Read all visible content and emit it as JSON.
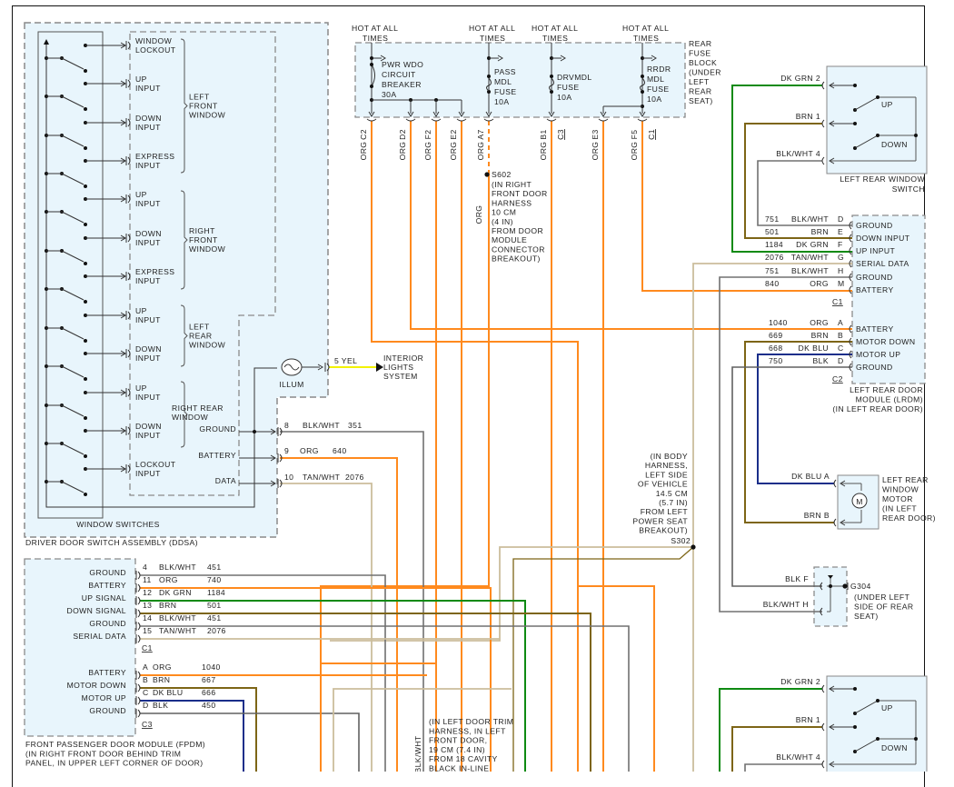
{
  "diagram_title": "Power Window Circuit Wiring Diagram",
  "colors": {
    "ORG": "#ff8a1e",
    "DK_GRN": "#0e8a12",
    "BRN": "#7d6516",
    "BLK_WHT": "#707070",
    "BLK": "#606060",
    "TAN_WHT": "#cbbd9c",
    "DK_BLU": "#1a2e8a",
    "YEL": "#f2f200",
    "module_fill": "#e8f5fc",
    "dash": "#8a8a8a"
  },
  "ddsa": {
    "title": "DRIVER DOOR SWITCH ASSEMBLY (DDSA)",
    "window_switches_label": "WINDOW SWITCHES",
    "inputs": [
      {
        "l1": "WINDOW",
        "l2": "LOCKOUT"
      },
      {
        "l1": "UP",
        "l2": "INPUT"
      },
      {
        "l1": "DOWN",
        "l2": "INPUT"
      },
      {
        "l1": "EXPRESS",
        "l2": "INPUT"
      },
      {
        "l1": "UP",
        "l2": "INPUT"
      },
      {
        "l1": "DOWN",
        "l2": "INPUT"
      },
      {
        "l1": "EXPRESS",
        "l2": "INPUT"
      },
      {
        "l1": "UP",
        "l2": "INPUT"
      },
      {
        "l1": "DOWN",
        "l2": "INPUT"
      },
      {
        "l1": "UP",
        "l2": "INPUT"
      },
      {
        "l1": "DOWN",
        "l2": "INPUT"
      },
      {
        "l1": "LOCKOUT",
        "l2": "INPUT"
      }
    ],
    "groups": [
      {
        "lines": [
          "LEFT",
          "FRONT",
          "WINDOW"
        ]
      },
      {
        "lines": [
          "RIGHT",
          "FRONT",
          "WINDOW"
        ]
      },
      {
        "lines": [
          "LEFT",
          "REAR",
          "WINDOW"
        ]
      },
      {
        "lines": [
          "RIGHT REAR",
          "WINDOW"
        ]
      }
    ],
    "illum_label": "ILLUM",
    "ground_label": "GROUND",
    "battery_label": "BATTERY",
    "data_label": "DATA",
    "pins": [
      {
        "pin": "5",
        "color": "YEL",
        "circuit": ""
      },
      {
        "pin": "8",
        "color": "BLK/WHT",
        "circuit": "351"
      },
      {
        "pin": "9",
        "color": "ORG",
        "circuit": "640"
      },
      {
        "pin": "10",
        "color": "TAN/WHT",
        "circuit": "2076"
      }
    ],
    "interior_lights": [
      "INTERIOR",
      "LIGHTS",
      "SYSTEM"
    ]
  },
  "fuse_block": {
    "label": [
      "REAR",
      "FUSE",
      "BLOCK",
      "(UNDER",
      "LEFT",
      "REAR",
      "SEAT)"
    ],
    "hot_label": [
      "HOT AT ALL",
      "TIMES"
    ],
    "breaker": [
      "PWR WDO",
      "CIRCUIT",
      "BREAKER",
      "30A"
    ],
    "fuse_pass": [
      "PASS",
      "MDL",
      "FUSE",
      "10A"
    ],
    "fuse_drv": [
      "DRVMDL",
      "FUSE",
      "10A"
    ],
    "fuse_rrdr": [
      "RRDR",
      "MDL",
      "FUSE",
      "10A"
    ],
    "outputs": [
      {
        "pin": "C2",
        "color": "ORG"
      },
      {
        "pin": "D2",
        "color": "ORG"
      },
      {
        "pin": "F2",
        "color": "ORG"
      },
      {
        "pin": "E2",
        "color": "ORG"
      },
      {
        "pin": "A7",
        "color": "ORG"
      },
      {
        "pin": "B1",
        "color": "ORG"
      },
      {
        "pin": "E3",
        "color": "ORG"
      },
      {
        "pin": "F5",
        "color": "ORG"
      }
    ],
    "conn_c3": "C3",
    "conn_c1": "C1"
  },
  "s602": {
    "name": "S602",
    "wire_color": "ORG",
    "desc": [
      "(IN RIGHT",
      "FRONT DOOR",
      "HARNESS",
      "10 CM",
      "(4 IN)",
      "FROM DOOR",
      "MODULE",
      "CONNECTOR",
      "BREAKOUT)"
    ]
  },
  "s302": {
    "name": "S302",
    "desc": [
      "(IN BODY",
      "HARNESS,",
      "LEFT SIDE",
      "OF VEHICLE",
      "14.5 CM",
      "(5.7 IN)",
      "FROM LEFT",
      "POWER SEAT",
      "BREAKOUT)"
    ]
  },
  "lr_switch": {
    "title": [
      "LEFT REAR WINDOW",
      "SWITCH"
    ],
    "up": "UP",
    "down": "DOWN",
    "pins": [
      {
        "color": "DK GRN",
        "pin": "2"
      },
      {
        "color": "BRN",
        "pin": "1"
      },
      {
        "color": "BLK/WHT",
        "pin": "4"
      }
    ]
  },
  "lrdm": {
    "title": [
      "LEFT REAR DOOR",
      "MODULE (LRDM)",
      "(IN LEFT REAR DOOR)"
    ],
    "c1": "C1",
    "c2": "C2",
    "c1_pins": [
      {
        "circuit": "751",
        "color": "BLK/WHT",
        "pin": "D",
        "func": "GROUND"
      },
      {
        "circuit": "501",
        "color": "BRN",
        "pin": "E",
        "func": "DOWN INPUT"
      },
      {
        "circuit": "1184",
        "color": "DK GRN",
        "pin": "F",
        "func": "UP INPUT"
      },
      {
        "circuit": "2076",
        "color": "TAN/WHT",
        "pin": "G",
        "func": "SERIAL DATA"
      },
      {
        "circuit": "751",
        "color": "BLK/WHT",
        "pin": "H",
        "func": "GROUND"
      },
      {
        "circuit": "840",
        "color": "ORG",
        "pin": "M",
        "func": "BATTERY"
      }
    ],
    "c2_pins": [
      {
        "circuit": "1040",
        "color": "ORG",
        "pin": "A",
        "func": "BATTERY"
      },
      {
        "circuit": "669",
        "color": "BRN",
        "pin": "B",
        "func": "MOTOR DOWN"
      },
      {
        "circuit": "668",
        "color": "DK BLU",
        "pin": "C",
        "func": "MOTOR UP"
      },
      {
        "circuit": "750",
        "color": "BLK",
        "pin": "D",
        "func": "GROUND"
      }
    ]
  },
  "lr_motor": {
    "title": [
      "LEFT REAR",
      "WINDOW",
      "MOTOR",
      "(IN LEFT",
      "REAR DOOR)"
    ],
    "symbol": "M",
    "pins": [
      {
        "color": "DK BLU",
        "pin": "A"
      },
      {
        "color": "BRN",
        "pin": "B"
      }
    ]
  },
  "g304": {
    "name": "G304",
    "desc": [
      "(UNDER LEFT",
      "SIDE OF REAR",
      "SEAT)"
    ],
    "pins": [
      {
        "color": "BLK",
        "pin": "F"
      },
      {
        "color": "BLK/WHT",
        "pin": "H"
      }
    ]
  },
  "fpdm": {
    "title": [
      "FRONT PASSENGER DOOR MODULE (FPDM)",
      "(IN RIGHT FRONT DOOR BEHIND TRIM",
      "PANEL, IN UPPER LEFT CORNER OF DOOR)"
    ],
    "c1": "C1",
    "c3": "C3",
    "c1_pins": [
      {
        "func": "GROUND",
        "pin": "4",
        "color": "BLK/WHT",
        "circuit": "451"
      },
      {
        "func": "BATTERY",
        "pin": "11",
        "color": "ORG",
        "circuit": "740"
      },
      {
        "func": "UP SIGNAL",
        "pin": "12",
        "color": "DK GRN",
        "circuit": "1184"
      },
      {
        "func": "DOWN SIGNAL",
        "pin": "13",
        "color": "BRN",
        "circuit": "501"
      },
      {
        "func": "GROUND",
        "pin": "14",
        "color": "BLK/WHT",
        "circuit": "451"
      },
      {
        "func": "SERIAL DATA",
        "pin": "15",
        "color": "TAN/WHT",
        "circuit": "2076"
      }
    ],
    "c3_pins": [
      {
        "func": "BATTERY",
        "pin": "A",
        "color": "ORG",
        "circuit": "1040"
      },
      {
        "func": "MOTOR DOWN",
        "pin": "B",
        "color": "BRN",
        "circuit": "667"
      },
      {
        "func": "MOTOR UP",
        "pin": "C",
        "color": "DK BLU",
        "circuit": "666"
      },
      {
        "func": "GROUND",
        "pin": "D",
        "color": "BLK",
        "circuit": "450"
      }
    ]
  },
  "ld_trim_note": {
    "wire_label": "BLK/WHT",
    "desc": [
      "(IN LEFT DOOR TRIM",
      "HARNESS, IN LEFT",
      "FRONT DOOR,",
      "19 CM (7.4 IN)",
      "FROM 18 CAVITY",
      "BLACK IN-LINE"
    ]
  },
  "rr_switch": {
    "up": "UP",
    "down": "DOWN",
    "pins": [
      {
        "color": "DK GRN",
        "pin": "2"
      },
      {
        "color": "BRN",
        "pin": "1"
      },
      {
        "color": "BLK/WHT",
        "pin": "4"
      }
    ]
  }
}
